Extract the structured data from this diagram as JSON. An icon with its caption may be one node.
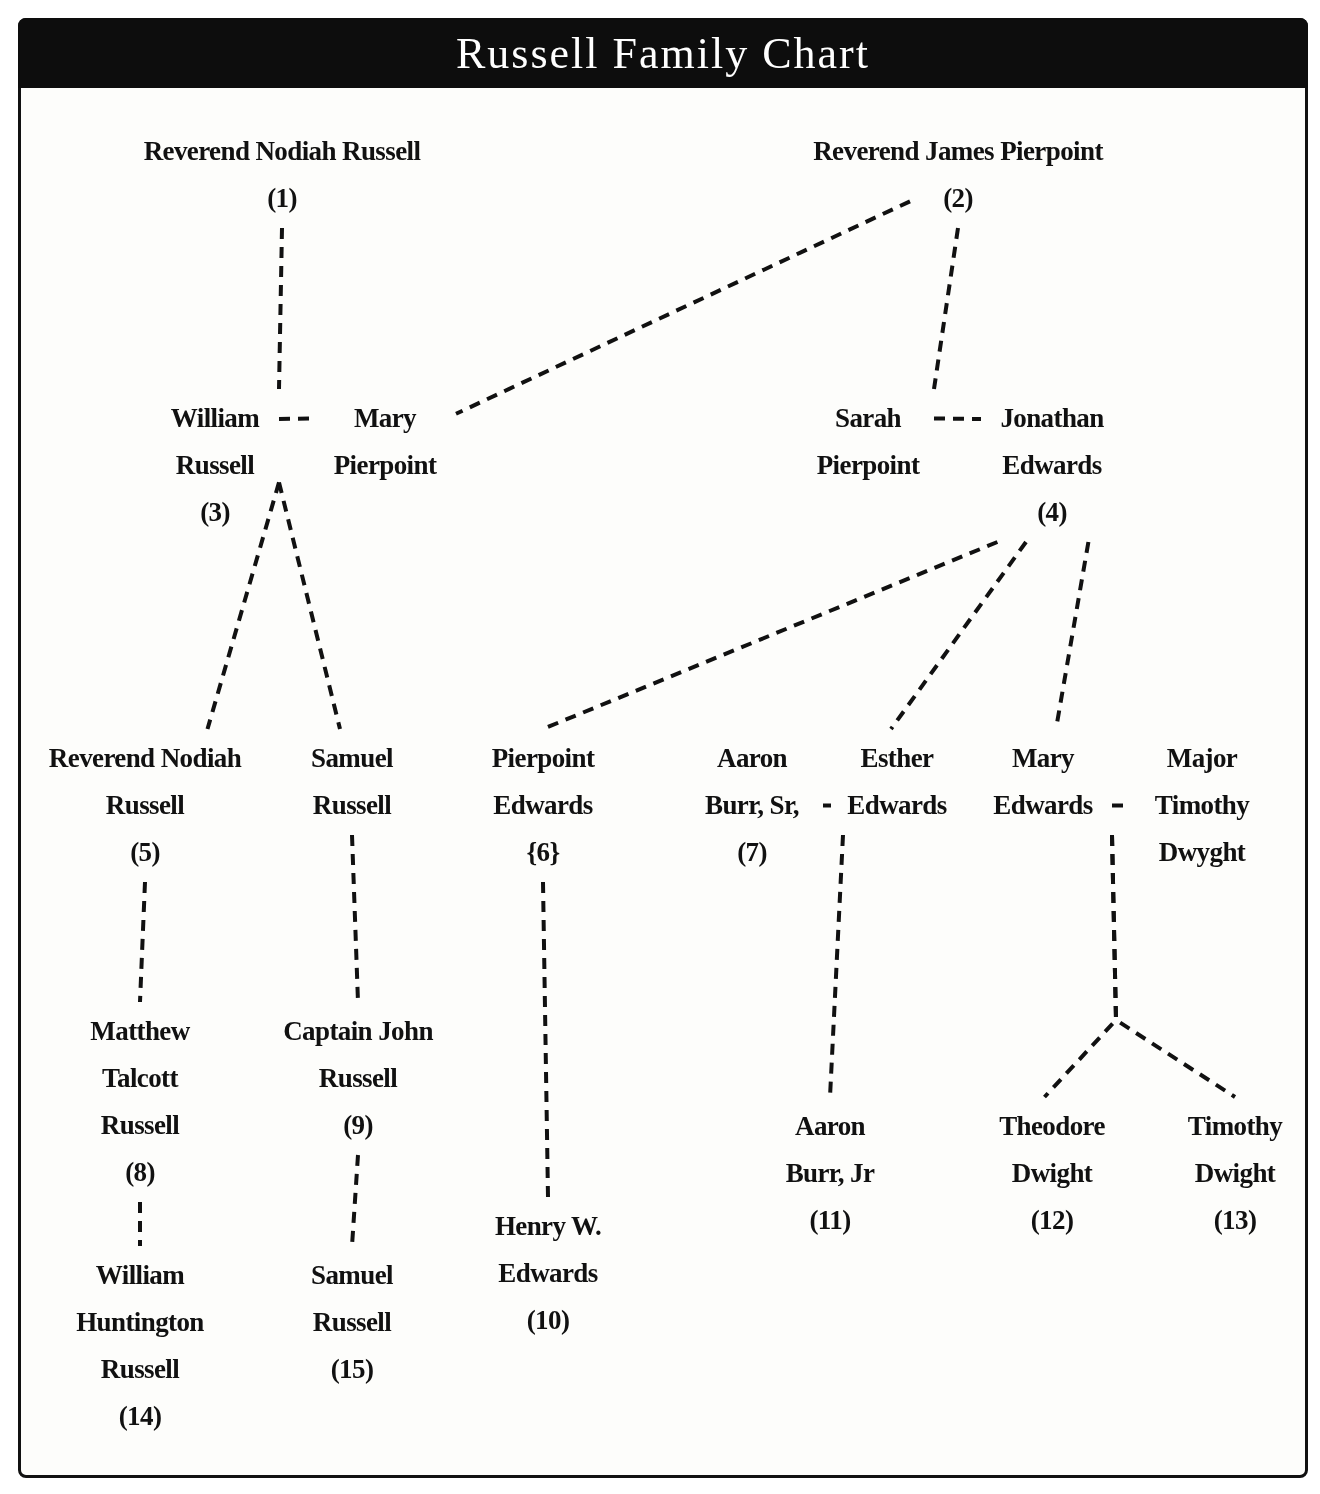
{
  "diagram": {
    "title": "Russell Family Chart",
    "nodes": [
      {
        "text": [
          "Reverend Nodiah Russell",
          "(1)"
        ]
      },
      {
        "text": [
          "Reverend James Pierpoint",
          "(2)"
        ]
      },
      {
        "text": [
          "William Russell",
          "(3)"
        ]
      },
      {
        "text": [
          "Mary Pierpoint"
        ]
      },
      {
        "text": [
          "Sarah Pierpoint"
        ]
      },
      {
        "text": [
          "Jonathan Edwards",
          "(4)"
        ]
      },
      {
        "text": [
          "Reverend Nodiah Russell",
          "(5)"
        ]
      },
      {
        "text": [
          "Samuel Russell"
        ]
      },
      {
        "text": [
          "Pierpoint Edwards",
          "{6}"
        ]
      },
      {
        "text": [
          "Aaron Burr, Sr,",
          "(7)"
        ]
      },
      {
        "text": [
          "Esther Edwards"
        ]
      },
      {
        "text": [
          "Mary Edwards"
        ]
      },
      {
        "text": [
          "Major Timothy Dwyght"
        ]
      },
      {
        "text": [
          "Matthew Talcott Russell",
          "(8)"
        ]
      },
      {
        "text": [
          "Captain John Russell",
          "(9)"
        ]
      },
      {
        "text": [
          "Henry W. Edwards",
          "(10)"
        ]
      },
      {
        "text": [
          "Aaron Burr, Jr",
          "(11)"
        ]
      },
      {
        "text": [
          "Theodore Dwight",
          "(12)"
        ]
      },
      {
        "text": [
          "Timothy Dwight",
          "(13)"
        ]
      },
      {
        "text": [
          "William Huntington Russell",
          "(14)"
        ]
      },
      {
        "text": [
          "Samuel Russell",
          "(15)"
        ]
      }
    ],
    "edges": [
      {
        "from": 0,
        "to": 2,
        "arrow": "none",
        "style": "dashed"
      },
      {
        "from": 1,
        "to": 3,
        "arrow": "none",
        "style": "dashed"
      },
      {
        "from": 1,
        "to": 4,
        "arrow": "none",
        "style": "dashed"
      },
      {
        "from": 2,
        "to": 3,
        "arrow": "none",
        "style": "dashed"
      },
      {
        "from": 4,
        "to": 5,
        "arrow": "none",
        "style": "dashed"
      },
      {
        "from": 2,
        "to": 6,
        "arrow": "none",
        "style": "dashed"
      },
      {
        "from": 2,
        "to": 7,
        "arrow": "none",
        "style": "dashed"
      },
      {
        "from": 5,
        "to": 8,
        "arrow": "none",
        "style": "dashed"
      },
      {
        "from": 5,
        "to": 10,
        "arrow": "none",
        "style": "dashed"
      },
      {
        "from": 5,
        "to": 11,
        "arrow": "none",
        "style": "dashed"
      },
      {
        "from": 9,
        "to": 10,
        "arrow": "none",
        "style": "dashed"
      },
      {
        "from": 11,
        "to": 12,
        "arrow": "none",
        "style": "dashed"
      },
      {
        "from": 6,
        "to": 13,
        "arrow": "none",
        "style": "dashed"
      },
      {
        "from": 7,
        "to": 14,
        "arrow": "none",
        "style": "dashed"
      },
      {
        "from": 8,
        "to": 15,
        "arrow": "none",
        "style": "dashed"
      },
      {
        "from": 10,
        "to": 16,
        "arrow": "none",
        "style": "dashed"
      },
      {
        "from": 11,
        "to": 17,
        "arrow": "none",
        "style": "dashed"
      },
      {
        "from": 11,
        "to": 18,
        "arrow": "none",
        "style": "dashed"
      },
      {
        "from": 13,
        "to": 19,
        "arrow": "none",
        "style": "dashed"
      },
      {
        "from": 14,
        "to": 20,
        "arrow": "none",
        "style": "dashed"
      }
    ]
  }
}
